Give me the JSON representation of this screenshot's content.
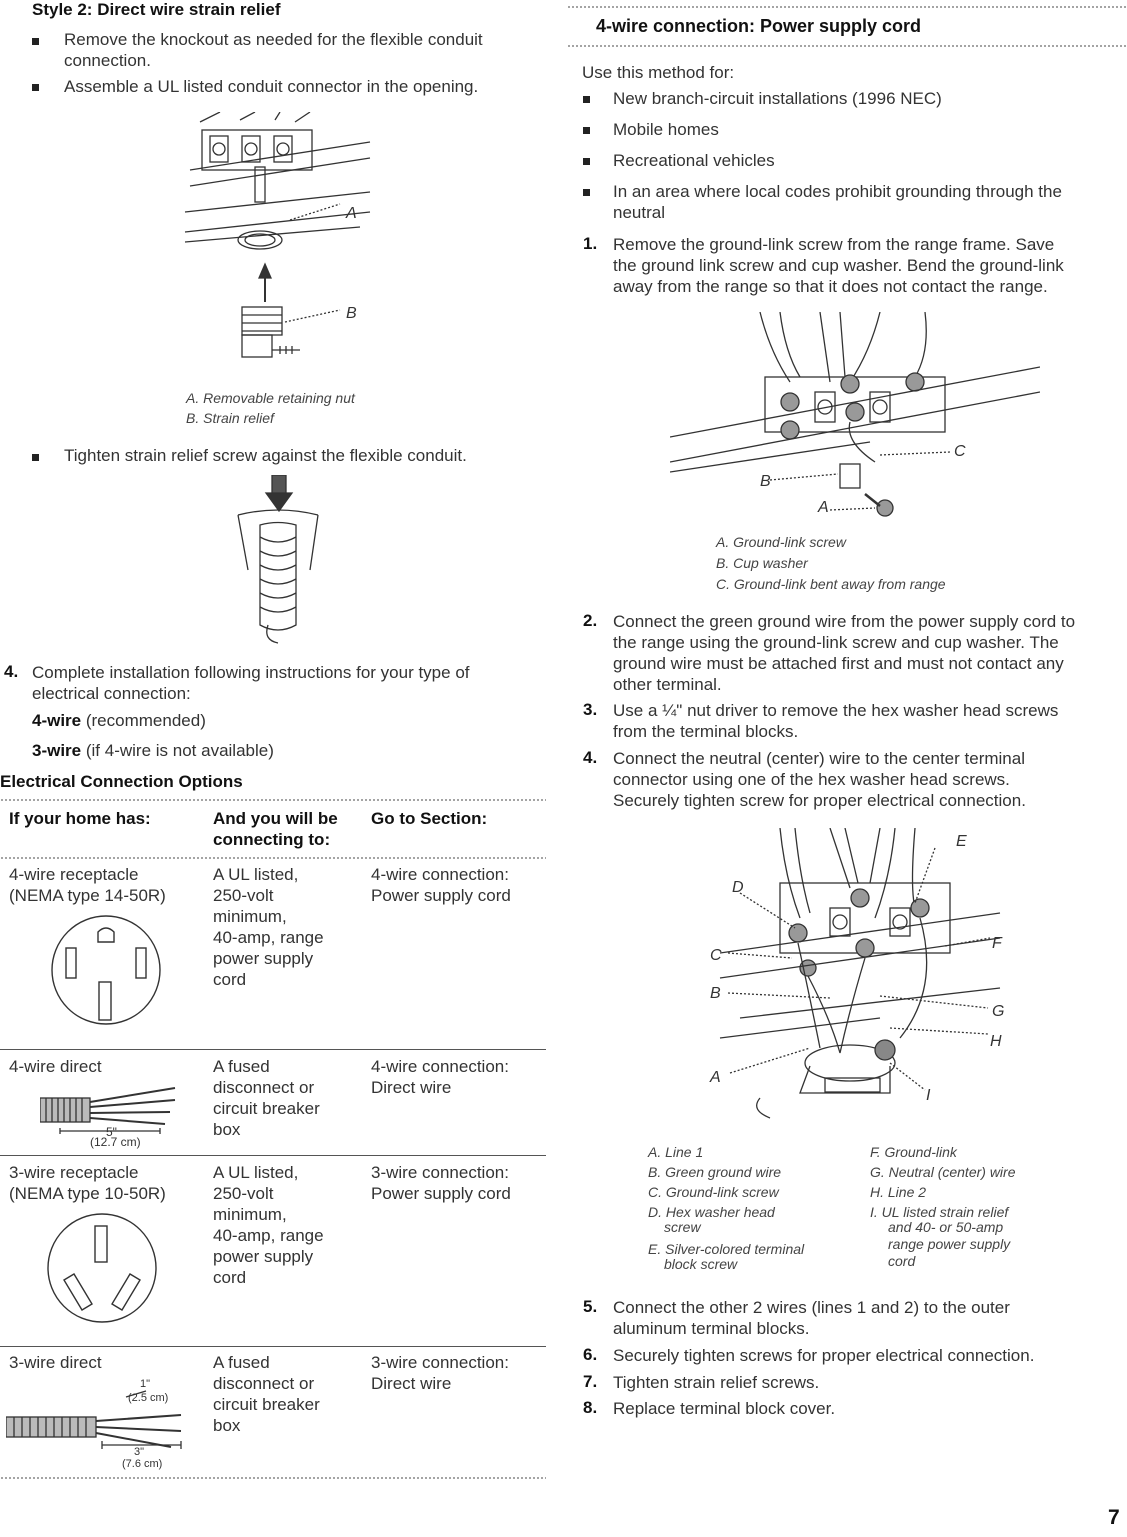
{
  "left": {
    "style2_heading": "Style 2: Direct wire strain relief",
    "style2_bullets": [
      "Remove the knockout as needed for the flexible conduit",
      "connection.",
      "Assemble a UL listed conduit connector in the opening."
    ],
    "fig1_labels": {
      "a": "A",
      "b": "B"
    },
    "fig1_caption": [
      "A. Removable retaining nut",
      "B. Strain relief"
    ],
    "tighten_bullet": "Tighten strain relief screw against the flexible conduit.",
    "step4": {
      "num": "4.",
      "line1": "Complete installation following instructions for your type of",
      "line2": "electrical connection:",
      "opt1_bold": "4-wire",
      "opt1_rest": " (recommended)",
      "opt2_bold": "3-wire",
      "opt2_rest": " (if 4-wire is not available)"
    },
    "table_title": "Electrical Connection Options",
    "table_headers": [
      "If your home has:",
      "And you will be",
      "connecting to:",
      "Go to Section:"
    ],
    "rows": [
      {
        "c1": [
          "4-wire receptacle",
          "(NEMA type 14-50R)"
        ],
        "c2": [
          "A UL listed,",
          "250-volt",
          "minimum,",
          "40-amp, range",
          "power supply",
          "cord"
        ],
        "c3": [
          "4-wire connection:",
          "Power supply cord"
        ]
      },
      {
        "c1": [
          "4-wire direct"
        ],
        "c2": [
          "A fused",
          "disconnect or",
          "circuit breaker",
          "box"
        ],
        "c3": [
          "4-wire connection:",
          "Direct wire"
        ],
        "dim": [
          "5\"",
          "(12.7 cm)"
        ]
      },
      {
        "c1": [
          "3-wire receptacle",
          "(NEMA type 10-50R)"
        ],
        "c2": [
          "A UL listed,",
          "250-volt",
          "minimum,",
          "40-amp, range",
          "power supply",
          "cord"
        ],
        "c3": [
          "3-wire connection:",
          "Power supply cord"
        ]
      },
      {
        "c1": [
          "3-wire direct"
        ],
        "c2": [
          "A fused",
          "disconnect or",
          "circuit breaker",
          "box"
        ],
        "c3": [
          "3-wire connection:",
          "Direct wire"
        ],
        "dim": [
          "1\"",
          "(2.5 cm)",
          "3\"",
          "(7.6 cm)"
        ]
      }
    ]
  },
  "right": {
    "heading": "4-wire connection: Power supply cord",
    "intro": "Use this method for:",
    "bullets": [
      "New branch-circuit installations (1996 NEC)",
      "Mobile homes",
      "Recreational vehicles",
      "In an area where local codes prohibit grounding through the",
      "neutral"
    ],
    "step1": {
      "num": "1.",
      "lines": [
        "Remove the ground-link screw from the range frame. Save",
        "the ground link screw and cup washer. Bend the ground-link",
        "away from the range so that it does not contact the range."
      ]
    },
    "fig2_labels": {
      "a": "A",
      "b": "B",
      "c": "C"
    },
    "fig2_caption": [
      "A. Ground-link screw",
      "B. Cup washer",
      "C. Ground-link bent away from range"
    ],
    "step2": {
      "num": "2.",
      "lines": [
        "Connect the green ground wire from the power supply cord to",
        "the range using the ground-link screw and cup washer. The",
        "ground wire must be attached first and must not contact any",
        "other terminal."
      ]
    },
    "step3": {
      "num": "3.",
      "lines": [
        "Use a ¼\" nut driver to remove the hex washer head screws",
        "from the terminal blocks."
      ]
    },
    "step4": {
      "num": "4.",
      "lines": [
        "Connect the neutral (center) wire to the center terminal",
        "connector using one of the hex washer head screws.",
        "Securely tighten screw for proper electrical connection."
      ]
    },
    "fig3_labels": {
      "a": "A",
      "b": "B",
      "c": "C",
      "d": "D",
      "e": "E",
      "f": "F",
      "g": "G",
      "h": "H",
      "i": "I"
    },
    "fig3_caption_left": [
      "A. Line 1",
      "B. Green ground wire",
      "C. Ground-link screw",
      "D. Hex washer head",
      "screw",
      "E. Silver-colored terminal",
      "block screw"
    ],
    "fig3_caption_right": [
      "F. Ground-link",
      "G. Neutral (center) wire",
      "H. Line 2",
      "I. UL listed strain relief",
      "and 40- or 50-amp",
      "range power supply",
      "cord"
    ],
    "step5": {
      "num": "5.",
      "lines": [
        "Connect the other 2 wires (lines 1 and 2) to the outer",
        "aluminum terminal blocks."
      ]
    },
    "step6": {
      "num": "6.",
      "lines": [
        "Securely tighten screws for proper electrical connection."
      ]
    },
    "step7": {
      "num": "7.",
      "lines": [
        "Tighten strain relief screws."
      ]
    },
    "step8": {
      "num": "8.",
      "lines": [
        "Replace terminal block cover."
      ]
    }
  },
  "page_number": "7"
}
